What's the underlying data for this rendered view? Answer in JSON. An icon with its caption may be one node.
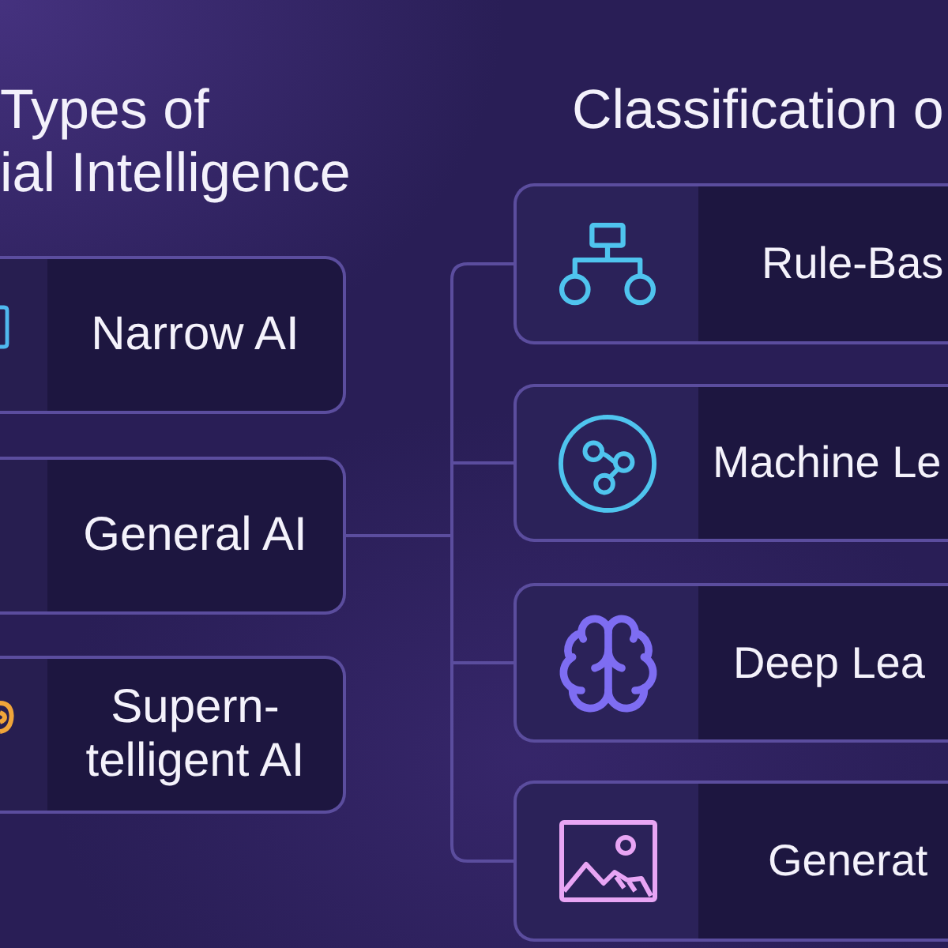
{
  "diagram": {
    "nodes": [
      {
        "text": [
          "Narrow AI"
        ]
      },
      {
        "text": [
          "General AI"
        ]
      },
      {
        "text": [
          "Supern- telligent AI"
        ]
      },
      {
        "text": [
          "Rule-Bas"
        ]
      },
      {
        "text": [
          "Machine Le"
        ]
      },
      {
        "text": [
          "Deep Lea"
        ]
      },
      {
        "text": [
          "Generat"
        ]
      }
    ],
    "edges": [
      {
        "from": 1,
        "to": 3,
        "arrow": "none"
      },
      {
        "from": 1,
        "to": 4,
        "arrow": "none"
      },
      {
        "from": 1,
        "to": 5,
        "arrow": "none"
      },
      {
        "from": 1,
        "to": 6,
        "arrow": "none"
      }
    ],
    "labels": [
      "Types of ial Intelligence",
      "Classification o"
    ]
  }
}
